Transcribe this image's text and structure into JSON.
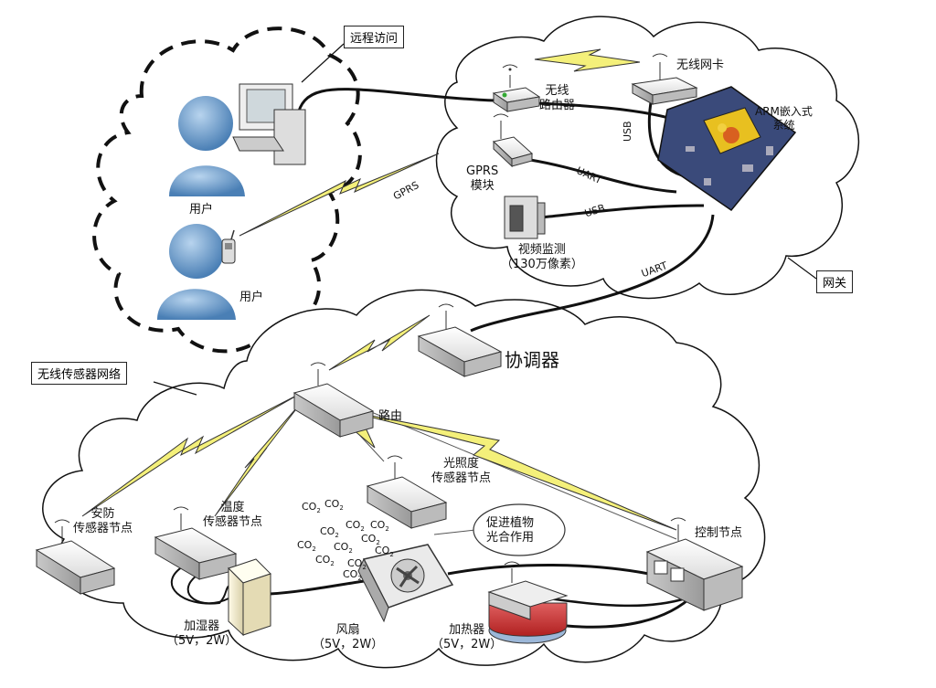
{
  "callouts": {
    "remote_access": "远程访问",
    "gateway": "网关",
    "wsn": "无线传感器网络"
  },
  "users": {
    "pc_user": "用户",
    "mobile_user": "用户"
  },
  "gateway": {
    "wireless_router": [
      "无线",
      "路由器"
    ],
    "wireless_card": "无线网卡",
    "gprs_module": [
      "GPRS",
      "模块"
    ],
    "video_monitor": [
      "视频监测",
      "（130万像素）"
    ],
    "arm_system": [
      "ARM嵌入式",
      "系统"
    ]
  },
  "links": {
    "gprs": "GPRS",
    "usb_card": "USB",
    "uart_gprs": "UART",
    "usb_camera": "USB",
    "uart_coord": "UART"
  },
  "sensor_net": {
    "coordinator": "协调器",
    "router": "路由",
    "security_node": [
      "安防",
      "传感器节点"
    ],
    "temp_node": [
      "温度",
      "传感器节点"
    ],
    "light_node": [
      "光照度",
      "传感器节点"
    ],
    "control_node": "控制节点",
    "photosynthesis": [
      "促进植物",
      "光合作用"
    ],
    "humidifier": [
      "加湿器",
      "（5V，2W）"
    ],
    "fan": [
      "风扇",
      "（5V，2W）"
    ],
    "heater": [
      "加热器",
      "（5V，2W）"
    ]
  },
  "co2": {
    "label": "CO",
    "subscript": "2"
  }
}
